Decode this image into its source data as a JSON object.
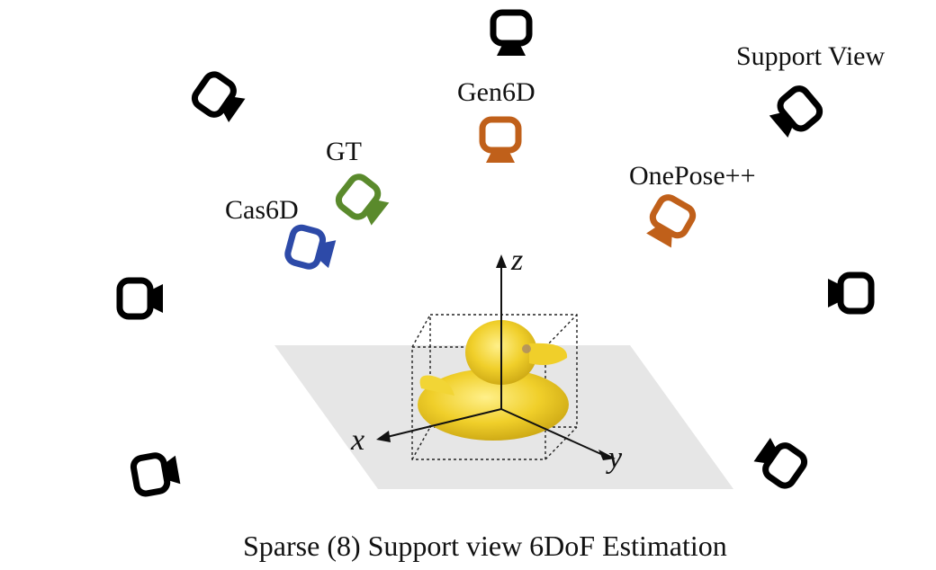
{
  "labels": {
    "support_view": "Support View",
    "gen6d": "Gen6D",
    "gt": "GT",
    "cas6d": "Cas6D",
    "onepose": "OnePose++"
  },
  "axes": {
    "x": "x",
    "y": "y",
    "z": "z"
  },
  "caption": "Sparse (8) Support view 6DoF Estimation",
  "colors": {
    "support_camera": "#000000",
    "gen6d": "#c0601a",
    "onepose": "#c0601a",
    "gt": "#5a8a2c",
    "cas6d": "#2d4aa8",
    "ground_plane": "#e6e6e6",
    "duck": "#f0cf2a"
  },
  "icons": [
    "camera-icon",
    "duck-object",
    "bounding-box",
    "ground-plane"
  ]
}
